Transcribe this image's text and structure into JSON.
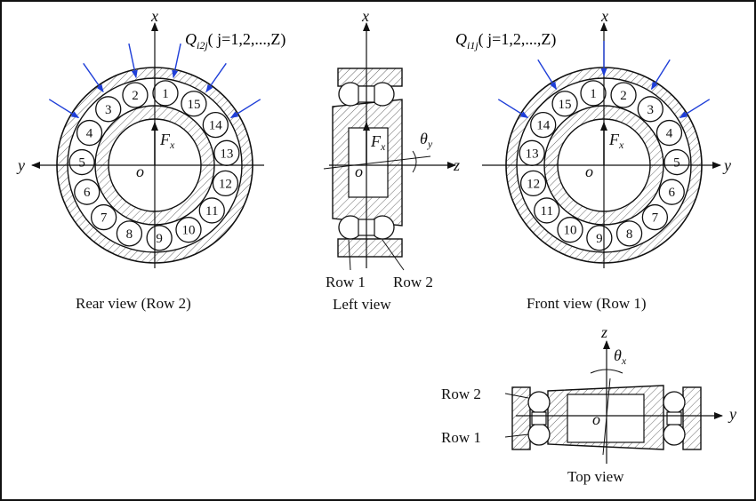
{
  "rear": {
    "caption": "Rear view (Row 2)",
    "load_main": "Q",
    "load_sub": "i2j",
    "load_rest": "( j=1,2,...,Z)",
    "balls": [
      "1",
      "2",
      "3",
      "4",
      "5",
      "6",
      "7",
      "8",
      "9",
      "10",
      "11",
      "12",
      "13",
      "14",
      "15"
    ],
    "axis_x": "x",
    "axis_y": "y",
    "force_main": "F",
    "force_sub": "x",
    "origin": "o"
  },
  "left": {
    "caption": "Left view",
    "row1": "Row 1",
    "row2": "Row 2",
    "axis_x": "x",
    "axis_z": "z",
    "force_main": "F",
    "force_sub": "x",
    "origin": "o",
    "theta_main": "θ",
    "theta_sub": "y"
  },
  "front": {
    "caption": "Front view (Row 1)",
    "load_main": "Q",
    "load_sub": "i1j",
    "load_rest": "( j=1,2,...,Z)",
    "balls": [
      "1",
      "2",
      "3",
      "4",
      "5",
      "6",
      "7",
      "8",
      "9",
      "10",
      "11",
      "12",
      "13",
      "14",
      "15"
    ],
    "axis_x": "x",
    "axis_y": "y",
    "force_main": "F",
    "force_sub": "x",
    "origin": "o"
  },
  "top": {
    "caption": "Top view",
    "row2": "Row 2",
    "row1": "Row 1",
    "axis_z": "z",
    "axis_y": "y",
    "origin": "o",
    "theta_main": "θ",
    "theta_sub": "x"
  },
  "colors": {
    "line": "#111111",
    "load_arrow": "#1f3fd8",
    "hatch": "#555555"
  }
}
